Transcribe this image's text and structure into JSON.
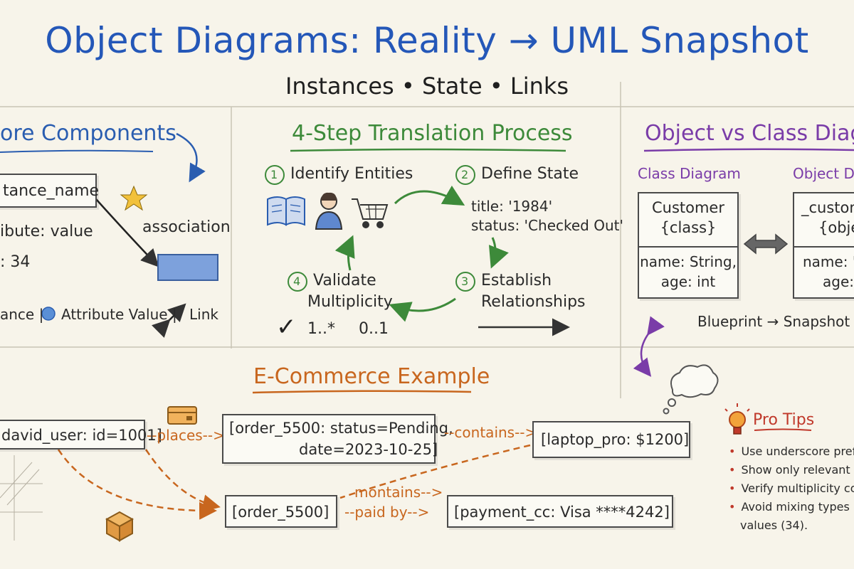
{
  "header": {
    "title": "Object Diagrams: Reality → UML Snapshot",
    "subtitle": "Instances • State • Links"
  },
  "core_components": {
    "title": "ore Components",
    "instance_box": "tance_name",
    "attribute": "ibute: value",
    "value": ": 34",
    "association_label": "association",
    "legend_instance": "ance |",
    "legend_attr": "Attribute Value |",
    "legend_link": "Link"
  },
  "translation": {
    "title": "4-Step Translation Process",
    "step1_num": "1",
    "step1": "Identify Entities",
    "step2_num": "2",
    "step2": "Define State",
    "state_title": "title: '1984'",
    "state_status": "status: 'Checked Out'",
    "step3_num": "3",
    "step3_line1": "Establish",
    "step3_line2": "Relationships",
    "step4_num": "4",
    "step4_line1": "Validate",
    "step4_line2": "Multiplicity",
    "mult_a": "1..*",
    "mult_b": "0..1",
    "check": "✓"
  },
  "comparison": {
    "title": "Object vs Class Diagr",
    "class_label": "Class Diagram",
    "object_label": "Object D",
    "class_name": "Customer",
    "class_stereo": "{class}",
    "class_attr1": "name: String,",
    "class_attr2": "age: int",
    "object_name": "_custom",
    "object_stereo": "{obje",
    "object_attr1": "name: 'D",
    "object_attr2": "age:",
    "footer": "Blueprint → Snapshot"
  },
  "ecommerce": {
    "title": "E-Commerce Example",
    "user_box": "david_user: id=1001]",
    "places_label": "--places-->",
    "order_line1": "[order_5500: status=Pending,",
    "order_line2": "date=2023-10-25]",
    "contains_label": "--contains-->",
    "laptop_box": "[laptop_pro: $1200]",
    "order_short": "[order_5500]",
    "paid_label": "--paid by-->",
    "payment_box": "[payment_cc: Visa ****4242]",
    "montains_label": "montains-->"
  },
  "tips": {
    "title": "Pro Tips",
    "items": [
      "Use underscore prefix f",
      "Show only relevant att",
      "Verify multiplicity cons",
      "Avoid mixing types (int",
      "values (34)."
    ]
  },
  "colors": {
    "title_blue": "#2457b8",
    "green": "#3d8a3a",
    "purple": "#7a3ca8",
    "orange": "#c8661e"
  }
}
